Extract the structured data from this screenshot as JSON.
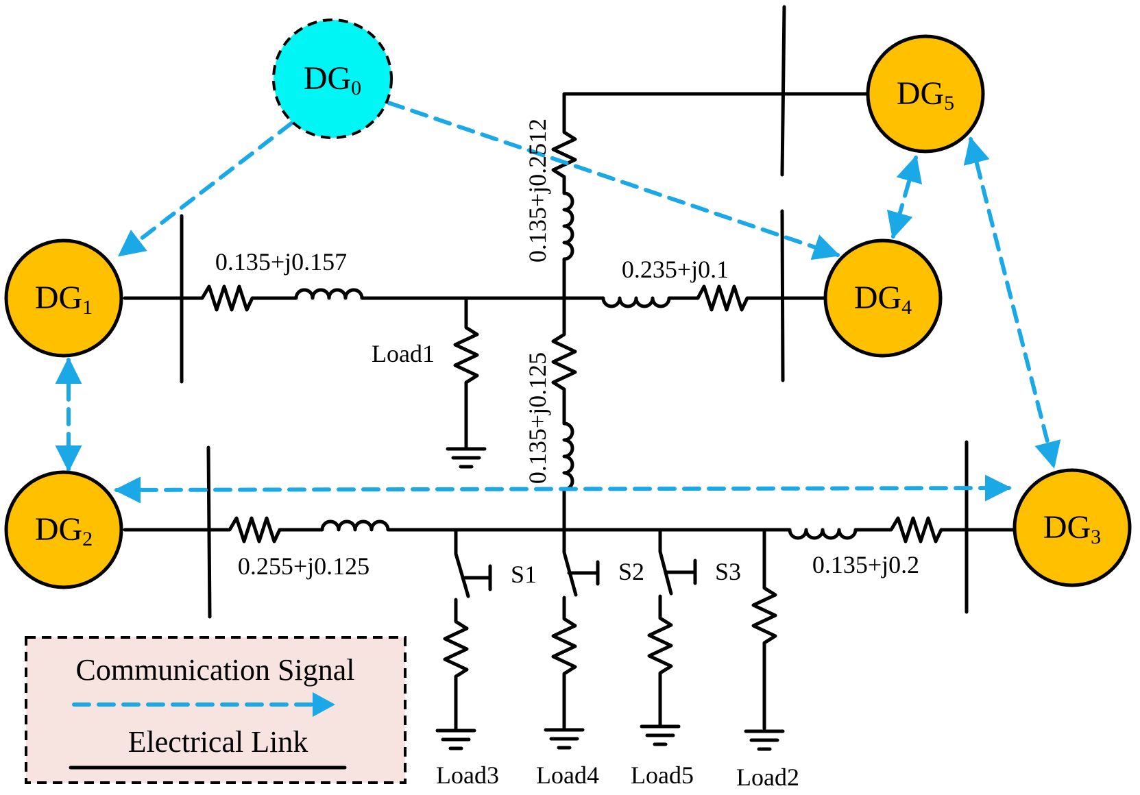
{
  "colors": {
    "dg_fill": "#FFC000",
    "dg0_fill": "#00F5F5",
    "comm_line": "#1AA9E6",
    "legend_bg": "#F7E4E1",
    "wire": "#000000"
  },
  "nodes": [
    {
      "id": "DG0",
      "base": "DG",
      "sub": "0",
      "type": "leader",
      "style": "dashed-border"
    },
    {
      "id": "DG1",
      "base": "DG",
      "sub": "1",
      "type": "generator"
    },
    {
      "id": "DG2",
      "base": "DG",
      "sub": "2",
      "type": "generator"
    },
    {
      "id": "DG3",
      "base": "DG",
      "sub": "3",
      "type": "generator"
    },
    {
      "id": "DG4",
      "base": "DG",
      "sub": "4",
      "type": "generator"
    },
    {
      "id": "DG5",
      "base": "DG",
      "sub": "5",
      "type": "generator"
    }
  ],
  "line_impedances": {
    "dg1_line": "0.135+j0.157",
    "dg4_line": "0.235+j0.1",
    "dg5_line": "0.135+j0.2512",
    "center_tie": "0.135+j0.125",
    "dg2_line": "0.255+j0.125",
    "dg3_line": "0.135+j0.2"
  },
  "loads": {
    "load1": "Load1",
    "load2": "Load2",
    "load3": "Load3",
    "load4": "Load4",
    "load5": "Load5"
  },
  "switches": {
    "s1": "S1",
    "s2": "S2",
    "s3": "S3"
  },
  "communication_links": [
    {
      "from": "DG0",
      "to": "DG1",
      "direction": "one-way"
    },
    {
      "from": "DG0",
      "to": "DG4",
      "direction": "one-way"
    },
    {
      "from": "DG1",
      "to": "DG2",
      "direction": "bidirectional"
    },
    {
      "from": "DG2",
      "to": "DG3",
      "direction": "bidirectional"
    },
    {
      "from": "DG4",
      "to": "DG5",
      "direction": "bidirectional"
    },
    {
      "from": "DG5",
      "to": "DG3",
      "direction": "bidirectional"
    }
  ],
  "legend": {
    "communication_label": "Communication Signal",
    "electrical_label": "Electrical Link"
  }
}
